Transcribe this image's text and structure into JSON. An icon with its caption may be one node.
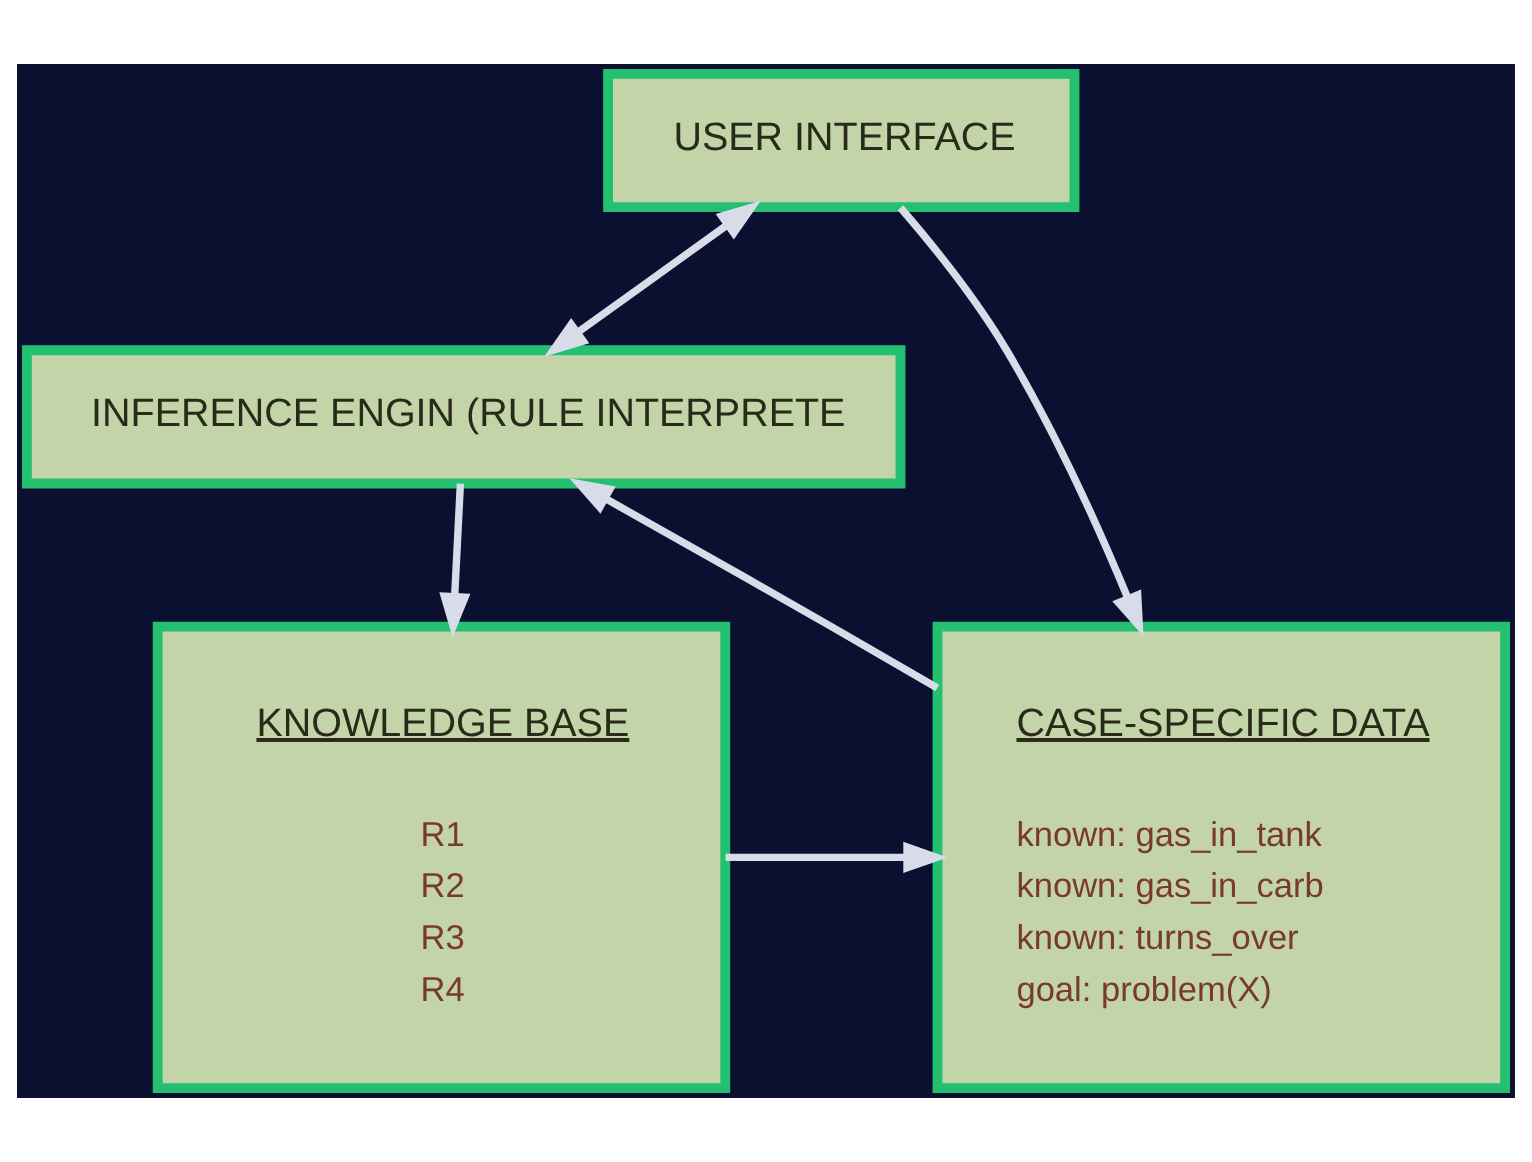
{
  "diagram": {
    "nodes": [
      {
        "text": [
          "USER INTERFACE"
        ]
      },
      {
        "text": [
          "INFERENCE ENGIN (RULE INTERPRETE"
        ]
      },
      {
        "text": [
          "KNOWLEDGE BASE",
          "R1",
          "R2",
          "R3",
          "R4"
        ]
      },
      {
        "text": [
          "CASE-SPECIFIC DATA",
          "known: gas_in_tank",
          "known: gas_in_carb",
          "known: turns_over",
          "goal: problem(X)"
        ]
      }
    ],
    "edges": [
      {
        "from": 0,
        "to": 1,
        "arrow": "both"
      },
      {
        "from": 0,
        "to": 3,
        "arrow": "to"
      },
      {
        "from": 3,
        "to": 1,
        "arrow": "to"
      },
      {
        "from": 1,
        "to": 2,
        "arrow": "to"
      },
      {
        "from": 2,
        "to": 3,
        "arrow": "to"
      }
    ]
  }
}
